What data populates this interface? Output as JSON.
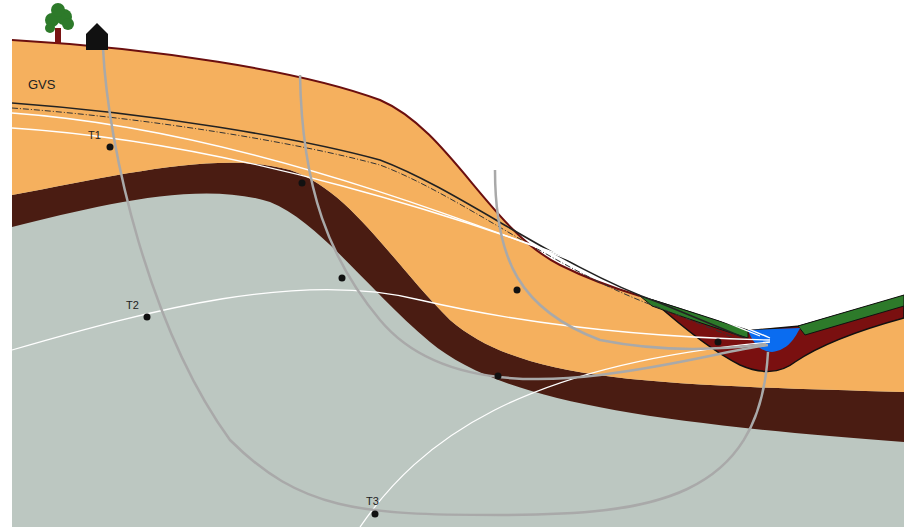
{
  "diagram": {
    "labels": [
      "GVS",
      "T1",
      "T2",
      "T3"
    ]
  }
}
